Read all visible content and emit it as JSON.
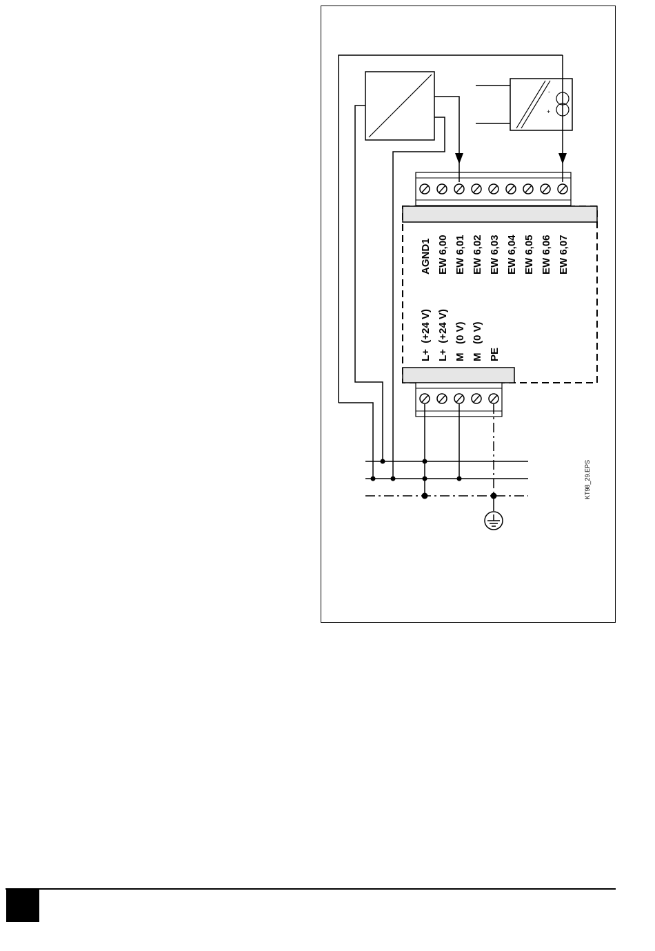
{
  "diagram": {
    "figure_id": "KT98_29.EPS",
    "top_terminal_labels": [
      "AGND1",
      "EW 6,00",
      "EW 6,01",
      "EW 6,02",
      "EW 6,03",
      "EW 6,04",
      "EW 6,05",
      "EW 6,06",
      "EW 6,07"
    ],
    "power_terminal_labels": [
      "L+  (+24 V)",
      "L+  (+24 V)",
      "M   (0 V)",
      "M   (0 V)",
      "PE"
    ],
    "current_source": {
      "minus_sign": "-",
      "plus_sign": "+"
    }
  },
  "colors": {
    "line": "#000000",
    "block_fill": "#e6e6e6",
    "terminal_fill": "#ffffff"
  }
}
